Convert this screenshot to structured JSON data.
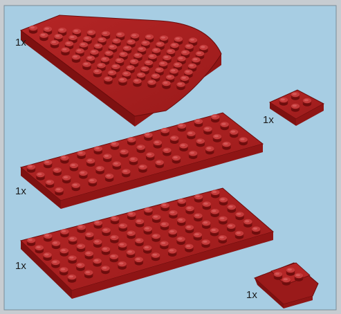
{
  "parts": [
    {
      "name": "wedge-plate-8x8",
      "qty_label": "1x",
      "color": "#a51c1c"
    },
    {
      "name": "plate-2x2",
      "qty_label": "1x",
      "color": "#a51c1c"
    },
    {
      "name": "plate-4x12",
      "qty_label": "1x",
      "color": "#a51c1c"
    },
    {
      "name": "plate-6x12",
      "qty_label": "1x",
      "color": "#a51c1c"
    },
    {
      "name": "slope-inverted-2x3",
      "qty_label": "1x",
      "color": "#a51c1c"
    }
  ],
  "colors": {
    "background": "#a7cde3",
    "frame": "#c7ccd1",
    "brick": "#a51c1c",
    "label": "#1a1a1a"
  }
}
